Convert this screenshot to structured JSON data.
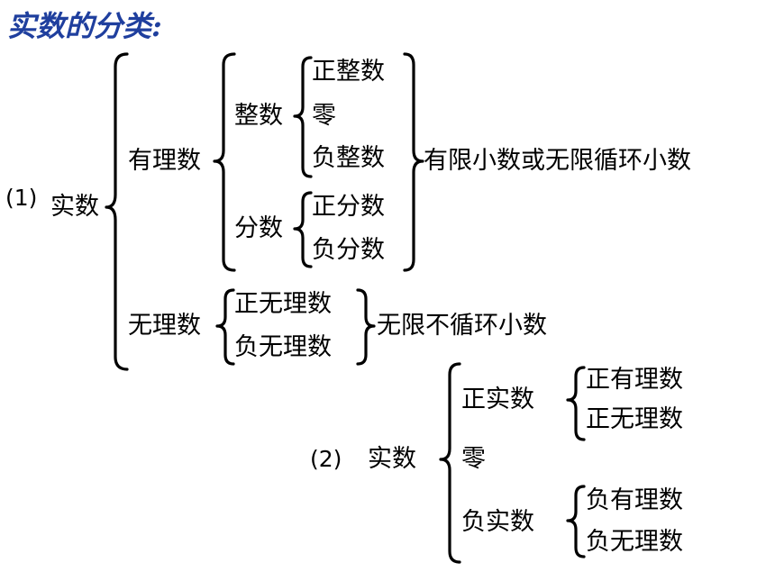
{
  "title": "实数的分类:",
  "tree1": {
    "marker": "(1)",
    "root": "实数",
    "rational": "有理数",
    "integer": "整数",
    "positive_integer": "正整数",
    "zero": "零",
    "negative_integer": "负整数",
    "rational_note": "有限小数或无限循环小数",
    "fraction": "分数",
    "positive_fraction": "正分数",
    "negative_fraction": "负分数",
    "irrational": "无理数",
    "positive_irrational": "正无理数",
    "negative_irrational": "负无理数",
    "irrational_note": "无限不循环小数"
  },
  "tree2": {
    "marker": "(2)",
    "root": "实数",
    "positive_real": "正实数",
    "positive_rational": "正有理数",
    "positive_irrational": "正无理数",
    "zero": "零",
    "negative_real": "负实数",
    "negative_rational": "负有理数",
    "negative_irrational": "负无理数"
  }
}
